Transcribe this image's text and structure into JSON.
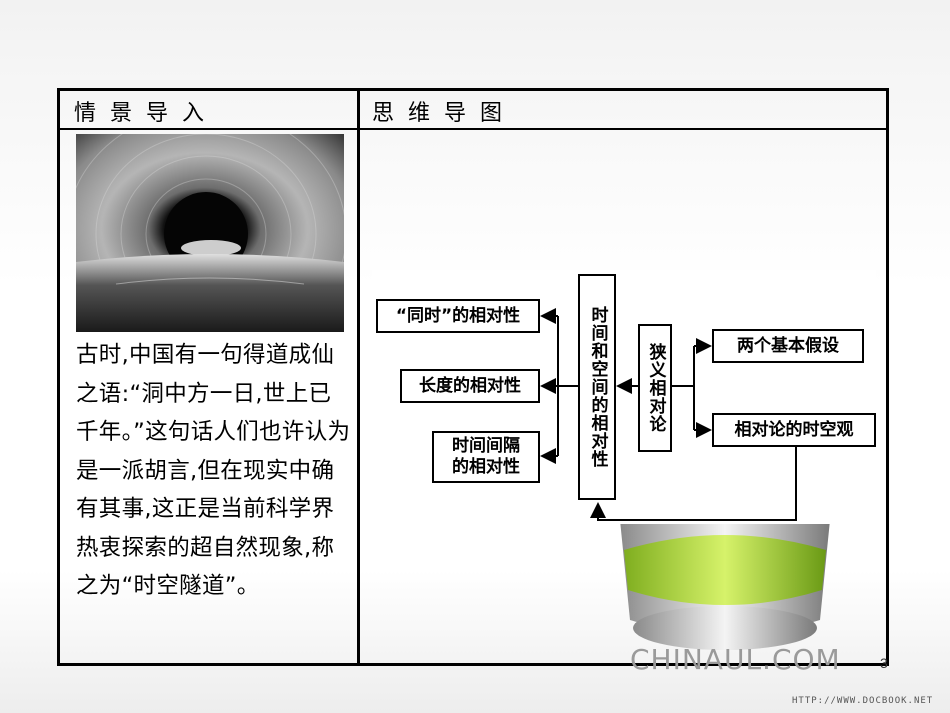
{
  "table": {
    "header_left": "情景导入",
    "header_right": "思维导图"
  },
  "story": "古时,中国有一句得道成仙之语:“洞中方一日,世上已千年。”这句话人们也许认为是一派胡言,但在现实中确有其事,这正是当前科学界热衷探索的超自然现象,称之为“时空隧道”。",
  "mindmap": {
    "center": "时间和空间的相对性",
    "left_1": "“同时”的相对性",
    "left_2": "长度的相对性",
    "left_3": "时间间隔\n的相对性",
    "middle": "狭义相对论",
    "right_1": "两个基本假设",
    "right_2": "相对论的时空观"
  },
  "watermark": {
    "logo": "CHINAUL.COM",
    "page_number": "3",
    "url": "HTTP://WWW.DOCBOOK.NET"
  }
}
